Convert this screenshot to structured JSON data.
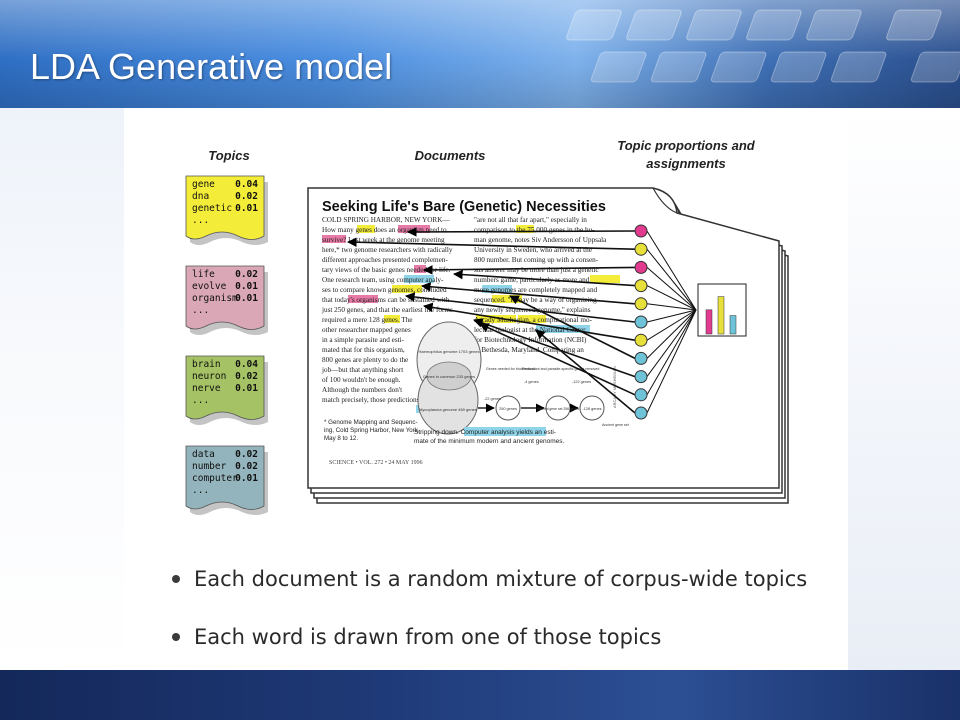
{
  "slide": {
    "title": "LDA Generative model",
    "bullets": [
      "Each document is a random mixture of corpus-wide topics",
      "Each word is drawn from one of those topics"
    ]
  },
  "diagram": {
    "topics_header": "Topics",
    "documents_header": "Documents",
    "proportions_header_line1": "Topic proportions and",
    "proportions_header_line2": "assignments",
    "topics": [
      {
        "color": "#f3ec38",
        "words": [
          [
            "gene",
            "0.04"
          ],
          [
            "dna",
            "0.02"
          ],
          [
            "genetic",
            "0.01"
          ]
        ],
        "more": "..."
      },
      {
        "color": "#d9a7b5",
        "words": [
          [
            "life",
            "0.02"
          ],
          [
            "evolve",
            "0.01"
          ],
          [
            "organism",
            "0.01"
          ]
        ],
        "more": "..."
      },
      {
        "color": "#a5c365",
        "words": [
          [
            "brain",
            "0.04"
          ],
          [
            "neuron",
            "0.02"
          ],
          [
            "nerve",
            "0.01"
          ]
        ],
        "more": "..."
      },
      {
        "color": "#93b4bc",
        "words": [
          [
            "data",
            "0.02"
          ],
          [
            "number",
            "0.02"
          ],
          [
            "computer",
            "0.01"
          ]
        ],
        "more": "..."
      }
    ],
    "doc_title": "Seeking Life's Bare (Genetic) Necessities",
    "doc_left_column": [
      "COLD SPRING HARBOR, NEW YORK—",
      "How many genes does an organism need to",
      "survive? Last week at the genome meeting",
      "here,* two genome researchers with radically",
      "different approaches presented complemen-",
      "tary views of the basic genes needed for life.",
      "One research team, using computer analy-",
      "ses to compare known genomes, concluded",
      "that today's organisms can be sustained with",
      "just 250 genes, and that the earliest life forms",
      "required a mere 128 genes. The",
      "other researcher mapped genes",
      "in a simple parasite and esti-",
      "mated that for this organism,",
      "800 genes are plenty to do the",
      "job—but that anything short",
      "of 100 wouldn't be enough.",
      "Although the numbers don't",
      "match precisely, those predictions"
    ],
    "doc_right_column": [
      "\"are not all that far apart,\" especially in",
      "comparison to the 75,000 genes in the hu-",
      "man genome, notes Siv Andersson of Uppsala",
      "University in Sweden, who arrived at the",
      "800 number. But coming up with a consen-",
      "sus answer may be more than just a genetic",
      "numbers game, particularly as more and",
      "more genomes are completely mapped and",
      "sequenced. \"It may be a way of organizing",
      "any newly sequenced genome,\" explains",
      "Arcady Mushegian, a computational mo-",
      "lecular biologist at the National Center",
      "for Biotechnology Information (NCBI)",
      "in Bethesda, Maryland. Comparing an"
    ],
    "figure_labels": {
      "haemophilus": "Haemophilus genome 1703 genes",
      "mycoplasma": "Mycoplasma genome 469 genes",
      "genes_in_common": "Genes in common 233 genes",
      "genes_needed": "Genes needed for biochemical",
      "redundant": "Redundant and parasite-specific genes removed",
      "g22": "-22 genes",
      "g4": "-4 genes",
      "g122": "-122 genes",
      "minimal": "Minimal gene set 256 genes",
      "g250": "250 genes",
      "g128": "-128 genes",
      "ancient": "Ancient gene set",
      "vertical": "ARCADY MUSHEGIAN"
    },
    "footnote_lines": [
      "* Genome Mapping and Sequenc-",
      "ing, Cold Spring Harbor, New York,",
      "May 8 to 12."
    ],
    "caption_lines": [
      "Stripping down. Computer analysis yields an esti-",
      "mate of the minimum modern and ancient genomes."
    ],
    "journal_line": "SCIENCE • VOL. 272 • 24 MAY 1996",
    "proportion_bars": [
      {
        "color": "#e23a8f",
        "value": 0.55
      },
      {
        "color": "#e8e03a",
        "value": 0.85
      },
      {
        "color": "#6ec3d8",
        "value": 0.42
      }
    ],
    "assignment_dot_colors": [
      "#e23a8f",
      "#e8e03a",
      "#e23a8f",
      "#e8e03a",
      "#e8e03a",
      "#6ec3d8",
      "#e8e03a",
      "#6ec3d8",
      "#6ec3d8",
      "#6ec3d8",
      "#6ec3d8"
    ]
  }
}
